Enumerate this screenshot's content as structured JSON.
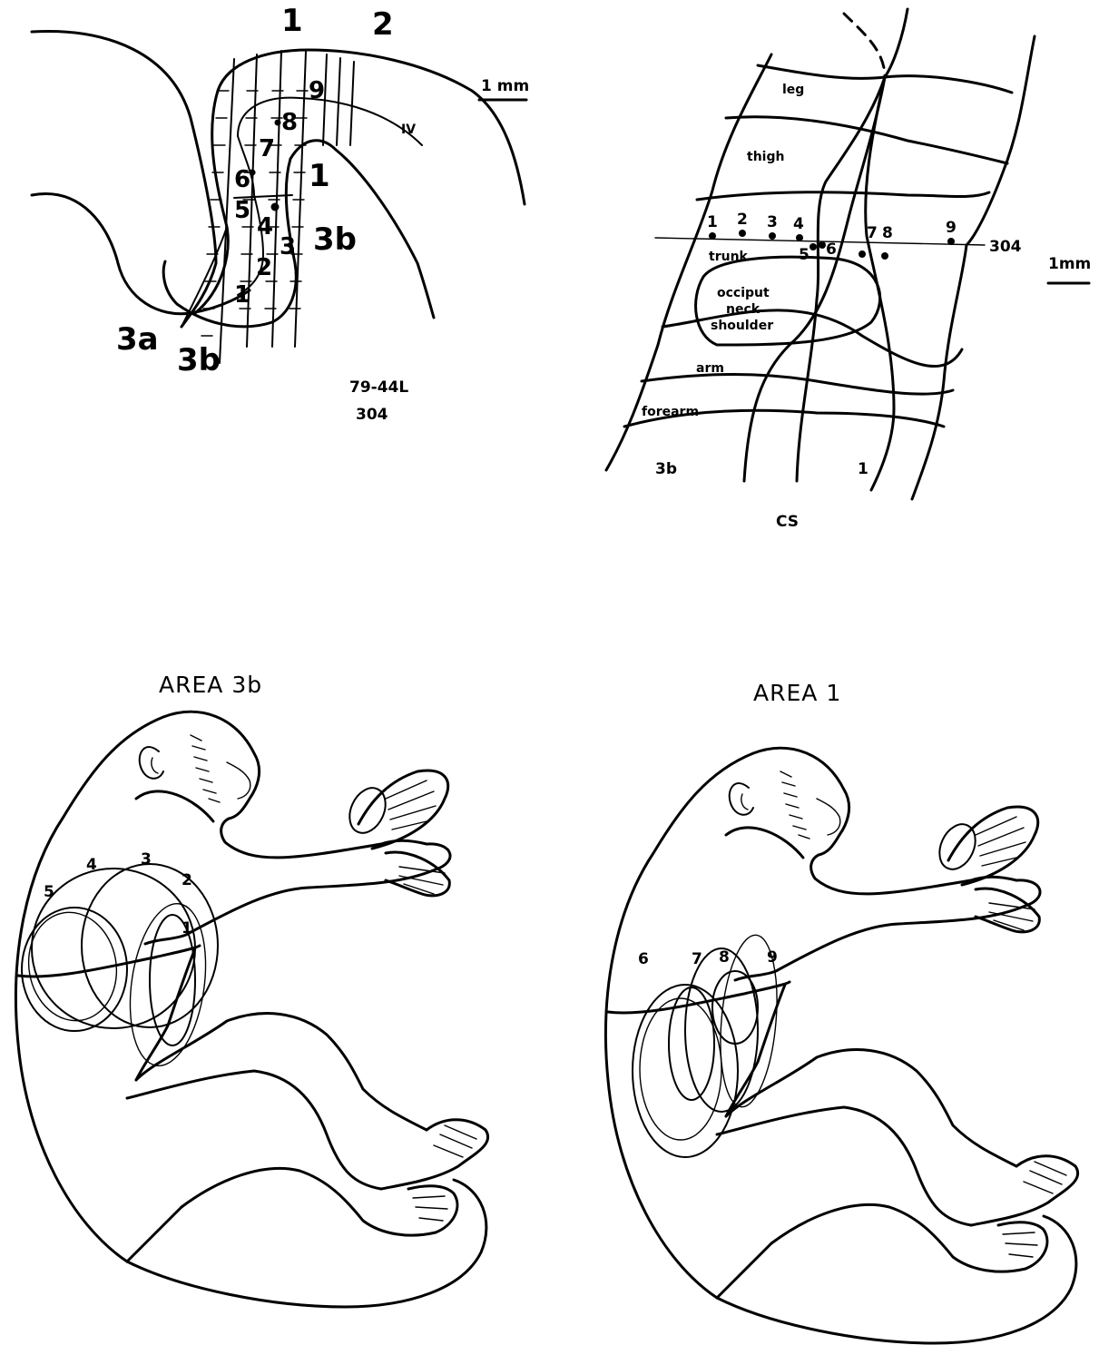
{
  "figure": {
    "section_panel": {
      "area_labels": {
        "area1": "1",
        "area2": "2",
        "area1_inner": "1",
        "area3b_right": "3b",
        "area3a": "3a",
        "area3b_bottom": "3b"
      },
      "layer_label": "IV",
      "scale_label": "1 mm",
      "site_numbers": [
        "1",
        "2",
        "3",
        "4",
        "5",
        "6",
        "7",
        "8",
        "9"
      ],
      "case_id": "79-44L",
      "penetration_id": "304"
    },
    "map_panel": {
      "regions": {
        "leg": "leg",
        "thigh": "thigh",
        "trunk": "trunk",
        "occiput": "occiput",
        "neck": "neck",
        "shoulder": "shoulder",
        "arm": "arm",
        "forearm": "forearm"
      },
      "site_numbers": [
        "1",
        "2",
        "3",
        "4",
        "5",
        "6",
        "7",
        "8",
        "9"
      ],
      "penetration_id": "304",
      "scale_label": "1mm",
      "area_labels": {
        "area3b": "3b",
        "area1": "1"
      },
      "sulcus_label": "CS"
    },
    "area3b_panel": {
      "title": "AREA 3b",
      "field_labels": [
        "1",
        "2",
        "3",
        "4",
        "5"
      ]
    },
    "area1_panel": {
      "title": "AREA 1",
      "field_labels": [
        "6",
        "7",
        "8",
        "9"
      ]
    }
  }
}
